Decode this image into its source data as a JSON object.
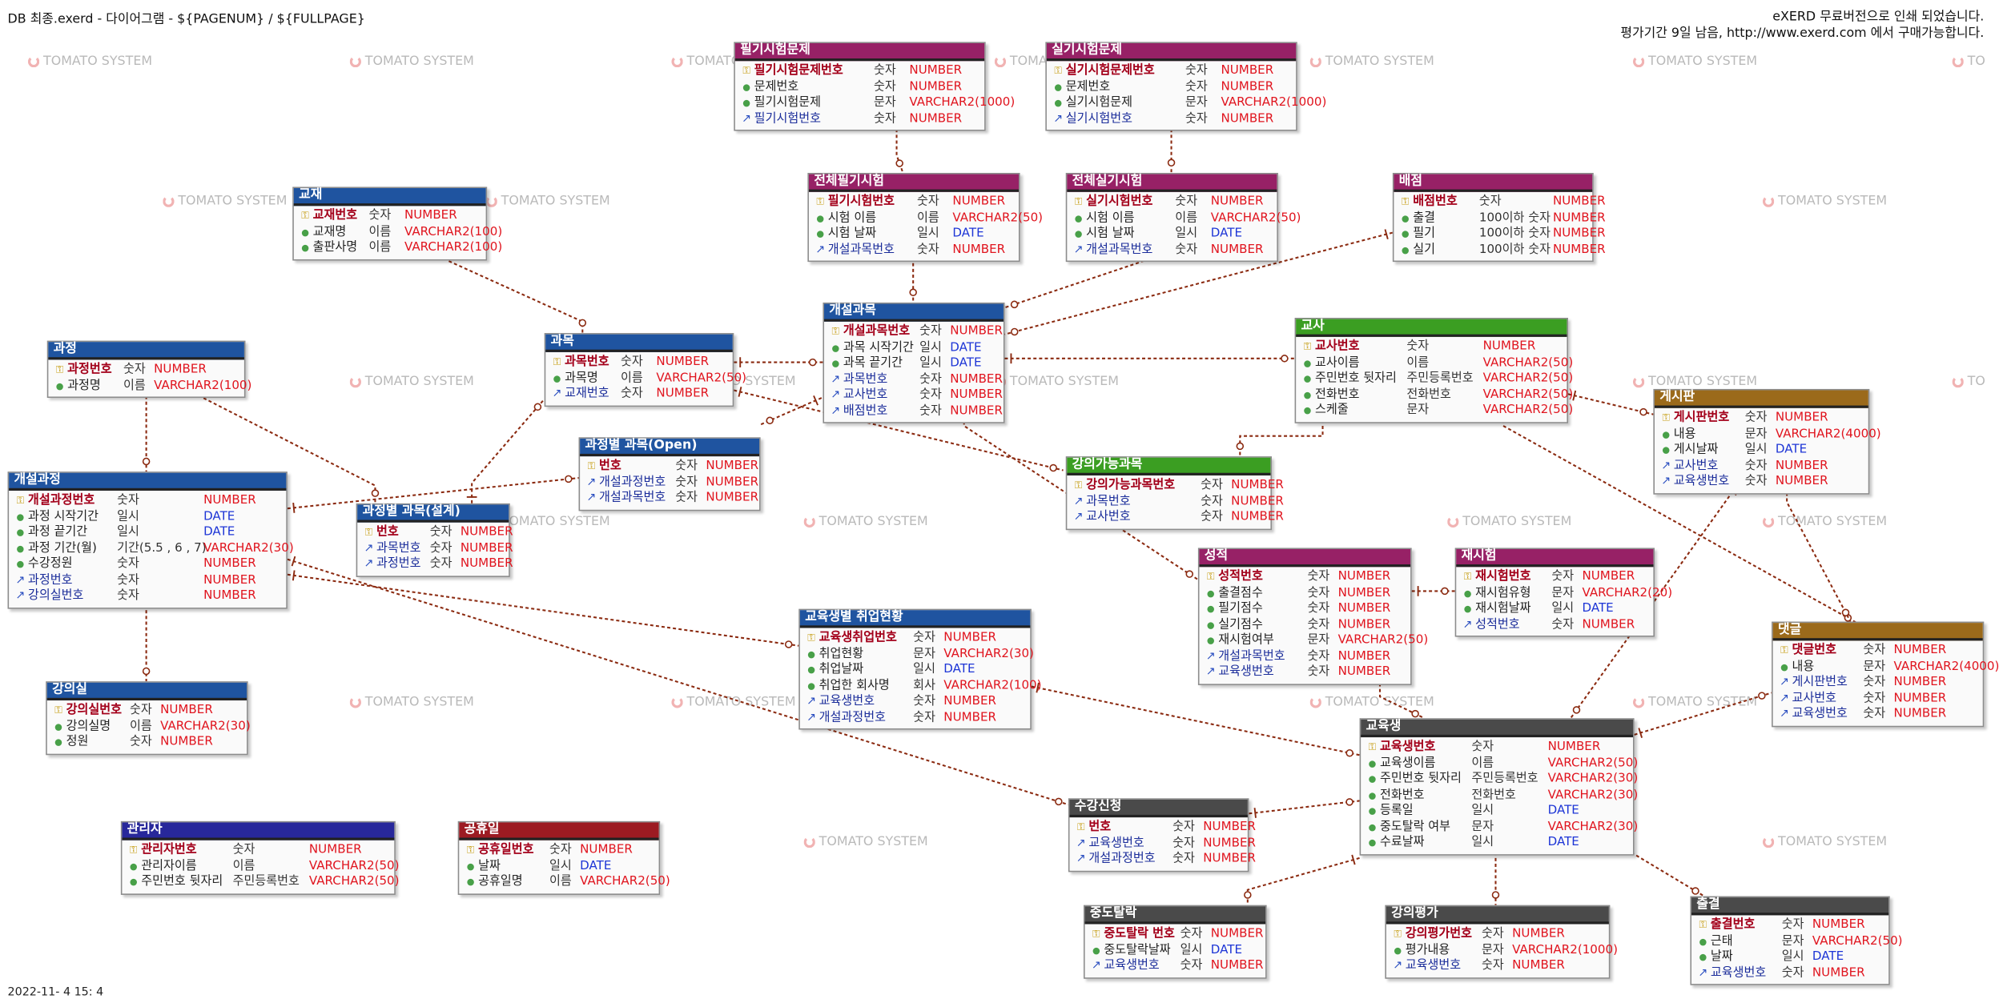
{
  "header": {
    "left": "DB 최종.exerd - 다이어그램 - ${PAGENUM} / ${FULLPAGE}",
    "right1": "eXERD 무료버전으로 인쇄 되었습니다.",
    "right2": "평가기간 9일 남음, http://www.exerd.com 에서 구매가능합니다."
  },
  "footer": {
    "timestamp": "2022-11- 4 15: 4"
  },
  "watermark": {
    "text": "TOMATO SYSTEM",
    "text_cut": "TO"
  },
  "colors": {
    "blue": "#1f54a0",
    "purple": "#972166",
    "green": "#3b9e22",
    "brown": "#9b6a1b",
    "dark": "#4a4a4a",
    "red": "#9c1b22",
    "navy": "#28289b",
    "relation": "#8b2a10",
    "physical_type": "#e0141e",
    "date_type": "#1d35d6"
  },
  "icons": {
    "pk": "key-icon",
    "fk": "foreign-key-icon",
    "column": "column-dot-icon"
  },
  "entities": {
    "pilgi_problem": {
      "title": "필기시험문제",
      "columns": [
        {
          "name": "필기시험문제번호",
          "domain": "숫자",
          "type": "NUMBER",
          "pk": true
        },
        {
          "name": "문제번호",
          "domain": "숫자",
          "type": "NUMBER"
        },
        {
          "name": "필기시험문제",
          "domain": "문자",
          "type": "VARCHAR2(1000)"
        },
        {
          "name": "필기시험번호",
          "domain": "숫자",
          "type": "NUMBER",
          "fk": true
        }
      ]
    },
    "silgi_problem": {
      "title": "실기시험문제",
      "columns": [
        {
          "name": "실기시험문제번호",
          "domain": "숫자",
          "type": "NUMBER",
          "pk": true
        },
        {
          "name": "문제번호",
          "domain": "숫자",
          "type": "NUMBER"
        },
        {
          "name": "실기시험문제",
          "domain": "문자",
          "type": "VARCHAR2(1000)"
        },
        {
          "name": "실기시험번호",
          "domain": "숫자",
          "type": "NUMBER",
          "fk": true
        }
      ]
    },
    "pilgi_exam": {
      "title": "전체필기시험",
      "columns": [
        {
          "name": "필기시험번호",
          "domain": "숫자",
          "type": "NUMBER",
          "pk": true
        },
        {
          "name": "시험 이름",
          "domain": "이름",
          "type": "VARCHAR2(50)"
        },
        {
          "name": "시험 날짜",
          "domain": "일시",
          "type": "DATE"
        },
        {
          "name": "개설과목번호",
          "domain": "숫자",
          "type": "NUMBER",
          "fk": true
        }
      ]
    },
    "silgi_exam": {
      "title": "전체실기시험",
      "columns": [
        {
          "name": "실기시험번호",
          "domain": "숫자",
          "type": "NUMBER",
          "pk": true
        },
        {
          "name": "시험 이름",
          "domain": "이름",
          "type": "VARCHAR2(50)"
        },
        {
          "name": "시험 날짜",
          "domain": "일시",
          "type": "DATE"
        },
        {
          "name": "개설과목번호",
          "domain": "숫자",
          "type": "NUMBER",
          "fk": true
        }
      ]
    },
    "baejeom": {
      "title": "배점",
      "columns": [
        {
          "name": "배점번호",
          "domain": "숫자",
          "type": "NUMBER",
          "pk": true
        },
        {
          "name": "출결",
          "domain": "100이하 숫자",
          "type": "NUMBER"
        },
        {
          "name": "필기",
          "domain": "100이하 숫자",
          "type": "NUMBER"
        },
        {
          "name": "실기",
          "domain": "100이하 숫자",
          "type": "NUMBER"
        }
      ]
    },
    "gyojae": {
      "title": "교재",
      "columns": [
        {
          "name": "교재번호",
          "domain": "숫자",
          "type": "NUMBER",
          "pk": true
        },
        {
          "name": "교재명",
          "domain": "이름",
          "type": "VARCHAR2(100)"
        },
        {
          "name": "출판사명",
          "domain": "이름",
          "type": "VARCHAR2(100)"
        }
      ]
    },
    "gwamok": {
      "title": "과목",
      "columns": [
        {
          "name": "과목번호",
          "domain": "숫자",
          "type": "NUMBER",
          "pk": true
        },
        {
          "name": "과목명",
          "domain": "이름",
          "type": "VARCHAR2(50)"
        },
        {
          "name": "교재번호",
          "domain": "숫자",
          "type": "NUMBER",
          "fk": true
        }
      ]
    },
    "gaeseol_gwamok": {
      "title": "개설과목",
      "columns": [
        {
          "name": "개설과목번호",
          "domain": "숫자",
          "type": "NUMBER",
          "pk": true
        },
        {
          "name": "과목 시작기간",
          "domain": "일시",
          "type": "DATE"
        },
        {
          "name": "과목 끝기간",
          "domain": "일시",
          "type": "DATE"
        },
        {
          "name": "과목번호",
          "domain": "숫자",
          "type": "NUMBER",
          "fk": true
        },
        {
          "name": "교사번호",
          "domain": "숫자",
          "type": "NUMBER",
          "fk": true
        },
        {
          "name": "배점번호",
          "domain": "숫자",
          "type": "NUMBER",
          "fk": true
        }
      ]
    },
    "gyosa": {
      "title": "교사",
      "columns": [
        {
          "name": "교사번호",
          "domain": "숫자",
          "type": "NUMBER",
          "pk": true
        },
        {
          "name": "교사이름",
          "domain": "이름",
          "type": "VARCHAR2(50)"
        },
        {
          "name": "주민번호 뒷자리",
          "domain": "주민등록번호",
          "type": "VARCHAR2(50)"
        },
        {
          "name": "전화번호",
          "domain": "전화번호",
          "type": "VARCHAR2(50)"
        },
        {
          "name": "스케줄",
          "domain": "문자",
          "type": "VARCHAR2(50)"
        }
      ]
    },
    "gwajeong": {
      "title": "과정",
      "columns": [
        {
          "name": "과정번호",
          "domain": "숫자",
          "type": "NUMBER",
          "pk": true
        },
        {
          "name": "과정명",
          "domain": "이름",
          "type": "VARCHAR2(100)"
        }
      ]
    },
    "gwamok_open": {
      "title": "과정별 과목(Open)",
      "columns": [
        {
          "name": "번호",
          "domain": "숫자",
          "type": "NUMBER",
          "pk": true
        },
        {
          "name": "개설과정번호",
          "domain": "숫자",
          "type": "NUMBER",
          "fk": true
        },
        {
          "name": "개설과목번호",
          "domain": "숫자",
          "type": "NUMBER",
          "fk": true
        }
      ]
    },
    "gwamok_design": {
      "title": "과정별 과목(설계)",
      "columns": [
        {
          "name": "번호",
          "domain": "숫자",
          "type": "NUMBER",
          "pk": true
        },
        {
          "name": "과목번호",
          "domain": "숫자",
          "type": "NUMBER",
          "fk": true
        },
        {
          "name": "과정번호",
          "domain": "숫자",
          "type": "NUMBER",
          "fk": true
        }
      ]
    },
    "gaeseol_gwajeong": {
      "title": "개설과정",
      "columns": [
        {
          "name": "개설과정번호",
          "domain": "숫자",
          "type": "NUMBER",
          "pk": true
        },
        {
          "name": "과정 시작기간",
          "domain": "일시",
          "type": "DATE"
        },
        {
          "name": "과정 끝기간",
          "domain": "일시",
          "type": "DATE"
        },
        {
          "name": "과정 기간(월)",
          "domain": "기간(5.5 , 6 , 7)",
          "type": "VARCHAR2(30)"
        },
        {
          "name": "수강정원",
          "domain": "숫자",
          "type": "NUMBER"
        },
        {
          "name": "과정번호",
          "domain": "숫자",
          "type": "NUMBER",
          "fk": true
        },
        {
          "name": "강의실번호",
          "domain": "숫자",
          "type": "NUMBER",
          "fk": true
        }
      ]
    },
    "ganguisil": {
      "title": "강의실",
      "columns": [
        {
          "name": "강의실번호",
          "domain": "숫자",
          "type": "NUMBER",
          "pk": true
        },
        {
          "name": "강의실명",
          "domain": "이름",
          "type": "VARCHAR2(30)"
        },
        {
          "name": "정원",
          "domain": "숫자",
          "type": "NUMBER"
        }
      ]
    },
    "ganguigan_gwamok": {
      "title": "강의가능과목",
      "columns": [
        {
          "name": "강의가능과목번호",
          "domain": "숫자",
          "type": "NUMBER",
          "pk": true
        },
        {
          "name": "과목번호",
          "domain": "숫자",
          "type": "NUMBER",
          "fk": true
        },
        {
          "name": "교사번호",
          "domain": "숫자",
          "type": "NUMBER",
          "fk": true
        }
      ]
    },
    "gesipan": {
      "title": "게시판",
      "columns": [
        {
          "name": "게시판번호",
          "domain": "숫자",
          "type": "NUMBER",
          "pk": true
        },
        {
          "name": "내용",
          "domain": "문자",
          "type": "VARCHAR2(4000)"
        },
        {
          "name": "게시날짜",
          "domain": "일시",
          "type": "DATE"
        },
        {
          "name": "교사번호",
          "domain": "숫자",
          "type": "NUMBER",
          "fk": true
        },
        {
          "name": "교육생번호",
          "domain": "숫자",
          "type": "NUMBER",
          "fk": true
        }
      ]
    },
    "seongjeok": {
      "title": "성적",
      "columns": [
        {
          "name": "성적번호",
          "domain": "숫자",
          "type": "NUMBER",
          "pk": true
        },
        {
          "name": "출결점수",
          "domain": "숫자",
          "type": "NUMBER"
        },
        {
          "name": "필기점수",
          "domain": "숫자",
          "type": "NUMBER"
        },
        {
          "name": "실기점수",
          "domain": "숫자",
          "type": "NUMBER"
        },
        {
          "name": "재시험여부",
          "domain": "문자",
          "type": "VARCHAR2(50)"
        },
        {
          "name": "개설과목번호",
          "domain": "숫자",
          "type": "NUMBER",
          "fk": true
        },
        {
          "name": "교육생번호",
          "domain": "숫자",
          "type": "NUMBER",
          "fk": true
        }
      ]
    },
    "jaesiheom": {
      "title": "재시험",
      "columns": [
        {
          "name": "재시험번호",
          "domain": "숫자",
          "type": "NUMBER",
          "pk": true
        },
        {
          "name": "재시험유형",
          "domain": "문자",
          "type": "VARCHAR2(20)"
        },
        {
          "name": "재시험날짜",
          "domain": "일시",
          "type": "DATE"
        },
        {
          "name": "성적번호",
          "domain": "숫자",
          "type": "NUMBER",
          "fk": true
        }
      ]
    },
    "chwieop": {
      "title": "교육생별 취업현황",
      "columns": [
        {
          "name": "교육생취업번호",
          "domain": "숫자",
          "type": "NUMBER",
          "pk": true
        },
        {
          "name": "취업현황",
          "domain": "문자",
          "type": "VARCHAR2(30)"
        },
        {
          "name": "취업날짜",
          "domain": "일시",
          "type": "DATE"
        },
        {
          "name": "취업한 회사명",
          "domain": "회사",
          "type": "VARCHAR2(100)"
        },
        {
          "name": "교육생번호",
          "domain": "숫자",
          "type": "NUMBER",
          "fk": true
        },
        {
          "name": "개설과정번호",
          "domain": "숫자",
          "type": "NUMBER",
          "fk": true
        }
      ]
    },
    "daetgeul": {
      "title": "댓글",
      "columns": [
        {
          "name": "댓글번호",
          "domain": "숫자",
          "type": "NUMBER",
          "pk": true
        },
        {
          "name": "내용",
          "domain": "문자",
          "type": "VARCHAR2(4000)"
        },
        {
          "name": "게시판번호",
          "domain": "숫자",
          "type": "NUMBER",
          "fk": true
        },
        {
          "name": "교사번호",
          "domain": "숫자",
          "type": "NUMBER",
          "fk": true
        },
        {
          "name": "교육생번호",
          "domain": "숫자",
          "type": "NUMBER",
          "fk": true
        }
      ]
    },
    "gyoyuksaeng": {
      "title": "교육생",
      "columns": [
        {
          "name": "교육생번호",
          "domain": "숫자",
          "type": "NUMBER",
          "pk": true
        },
        {
          "name": "교육생이름",
          "domain": "이름",
          "type": "VARCHAR2(50)"
        },
        {
          "name": "주민번호 뒷자리",
          "domain": "주민등록번호",
          "type": "VARCHAR2(30)"
        },
        {
          "name": "전화번호",
          "domain": "전화번호",
          "type": "VARCHAR2(30)"
        },
        {
          "name": "등록일",
          "domain": "일시",
          "type": "DATE"
        },
        {
          "name": "중도탈락 여부",
          "domain": "문자",
          "type": "VARCHAR2(30)"
        },
        {
          "name": "수료날짜",
          "domain": "일시",
          "type": "DATE"
        }
      ]
    },
    "suganginsheong": {
      "title": "수강신청",
      "columns": [
        {
          "name": "번호",
          "domain": "숫자",
          "type": "NUMBER",
          "pk": true
        },
        {
          "name": "교육생번호",
          "domain": "숫자",
          "type": "NUMBER",
          "fk": true
        },
        {
          "name": "개설과정번호",
          "domain": "숫자",
          "type": "NUMBER",
          "fk": true
        }
      ]
    },
    "gwanrija": {
      "title": "관리자",
      "columns": [
        {
          "name": "관리자번호",
          "domain": "숫자",
          "type": "NUMBER",
          "pk": true
        },
        {
          "name": "관리자이름",
          "domain": "이름",
          "type": "VARCHAR2(50)"
        },
        {
          "name": "주민번호 뒷자리",
          "domain": "주민등록번호",
          "type": "VARCHAR2(50)"
        }
      ]
    },
    "gonghyuil": {
      "title": "공휴일",
      "columns": [
        {
          "name": "공휴일번호",
          "domain": "숫자",
          "type": "NUMBER",
          "pk": true
        },
        {
          "name": "날짜",
          "domain": "일시",
          "type": "DATE"
        },
        {
          "name": "공휴일명",
          "domain": "이름",
          "type": "VARCHAR2(50)"
        }
      ]
    },
    "jungdotalrak": {
      "title": "중도탈락",
      "columns": [
        {
          "name": "중도탈락 번호",
          "domain": "숫자",
          "type": "NUMBER",
          "pk": true
        },
        {
          "name": "중도탈락날짜",
          "domain": "일시",
          "type": "DATE"
        },
        {
          "name": "교육생번호",
          "domain": "숫자",
          "type": "NUMBER",
          "fk": true
        }
      ]
    },
    "gangui_pyeongga": {
      "title": "강의평가",
      "columns": [
        {
          "name": "강의평가번호",
          "domain": "숫자",
          "type": "NUMBER",
          "pk": true
        },
        {
          "name": "평가내용",
          "domain": "문자",
          "type": "VARCHAR2(1000)"
        },
        {
          "name": "교육생번호",
          "domain": "숫자",
          "type": "NUMBER",
          "fk": true
        }
      ]
    },
    "chulgyeol": {
      "title": "출결",
      "columns": [
        {
          "name": "출결번호",
          "domain": "숫자",
          "type": "NUMBER",
          "pk": true
        },
        {
          "name": "근태",
          "domain": "문자",
          "type": "VARCHAR2(50)"
        },
        {
          "name": "날짜",
          "domain": "일시",
          "type": "DATE"
        },
        {
          "name": "교육생번호",
          "domain": "숫자",
          "type": "NUMBER",
          "fk": true
        }
      ]
    }
  }
}
